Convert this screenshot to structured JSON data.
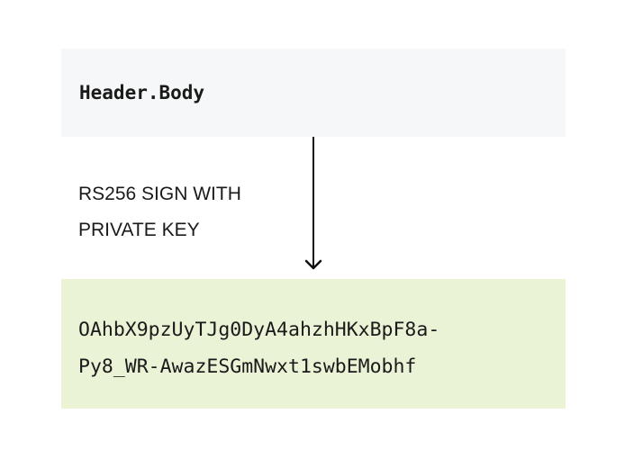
{
  "input_box": {
    "text": "Header.Body"
  },
  "arrow_label": {
    "lines": [
      "RS256 SIGN WITH",
      "PRIVATE KEY"
    ]
  },
  "output_box": {
    "lines": [
      "OAhbX9pzUyTJg0DyA4ahzhHKxBpF8a-",
      "Py8_WR-AwazESGmNwxt1swbEMobhf"
    ]
  },
  "colors": {
    "input_box_bg": "#f6f7f8",
    "output_box_bg": "#eaf3d6",
    "text": "#1a1a1a",
    "arrow": "#111111"
  }
}
